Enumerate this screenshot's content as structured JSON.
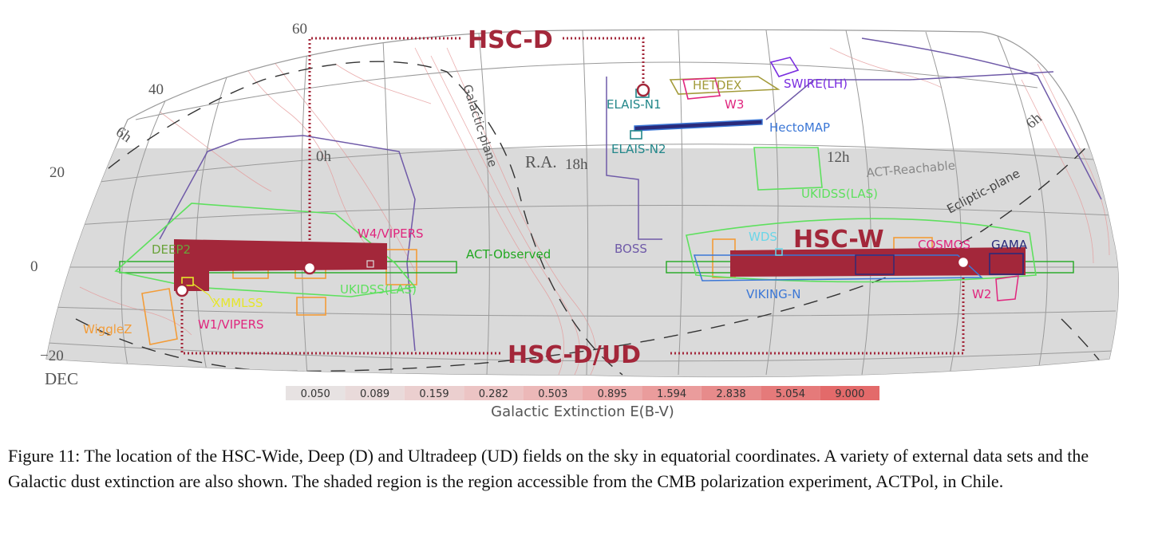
{
  "figure": {
    "labels": {
      "hsc_d": "HSC-D",
      "hsc_w": "HSC-W",
      "hsc_dud": "HSC-D/UD",
      "ra": "R.A.",
      "dec": "DEC",
      "galactic_plane": "Galactic-plane",
      "ecliptic_plane": "Ecliptic-plane",
      "act_reachable": "ACT-Reachable",
      "act_observed": "ACT-Observed",
      "hetdex": "HETDEX",
      "swire": "SWIRE(LH)",
      "w3": "W3",
      "elais_n1": "ELAIS-N1",
      "elais_n2": "ELAIS-N2",
      "hectomap": "HectoMAP",
      "ukidss_las_top": "UKIDSS(LAS)",
      "ukidss_las_left": "UKIDSS(LAS)",
      "boss": "BOSS",
      "w4_vipers": "W4/VIPERS",
      "deep2": "DEEP2",
      "xmmlss": "XMMLSS",
      "w1_vipers": "W1/VIPERS",
      "wigglez": "WiggleZ",
      "wds": "WDS",
      "cosmos": "COSMOS",
      "gama": "GAMA",
      "viking_n": "VIKING-N",
      "w2": "W2"
    },
    "dec_ticks": [
      "60",
      "40",
      "20",
      "0",
      "−20"
    ],
    "ra_ticks": [
      "6h",
      "0h",
      "18h",
      "12h",
      "6h"
    ],
    "colorbar": {
      "title": "Galactic Extinction E(B-V)",
      "ticks": [
        "0.050",
        "0.089",
        "0.159",
        "0.282",
        "0.503",
        "0.895",
        "1.594",
        "2.838",
        "5.054",
        "9.000"
      ],
      "colors": [
        "#e7e2e2",
        "#e9dada",
        "#ebcfcf",
        "#ecc4c4",
        "#ecb8b8",
        "#ecabab",
        "#ea9c9c",
        "#e78b8b",
        "#e57a7a",
        "#e36a6a"
      ]
    },
    "colors": {
      "hsc": "#a3273a",
      "act_region": "#dadada",
      "grid": "#9a9a9a",
      "green": "#22a822",
      "orange": "#f39c38",
      "magenta": "#e0267e",
      "purple": "#6f5aa8",
      "blue": "#3b77d6",
      "teal": "#23878a",
      "olive": "#a39b3a",
      "violet": "#7a2ee0",
      "lightgreen": "#5ee05e",
      "yellow": "#e6e62a",
      "navy": "#2a2a7a",
      "cyan": "#6ad6e8"
    }
  },
  "caption": {
    "text": "Figure 11: The location of the HSC-Wide, Deep (D) and Ultradeep (UD) fields on the sky in equatorial coordinates. A variety of external data sets and the Galactic dust extinction are also shown. The shaded region is the region accessible from the CMB polarization experiment, ACTPol, in Chile."
  }
}
